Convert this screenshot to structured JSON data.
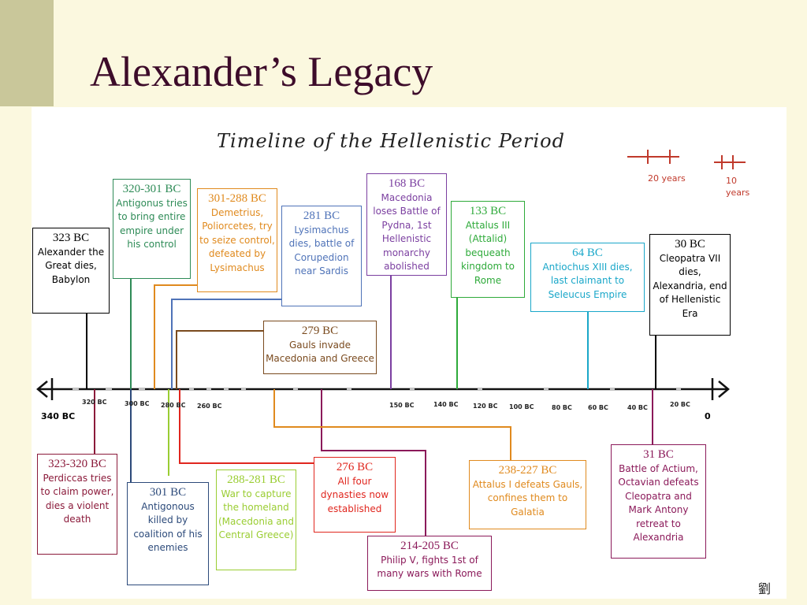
{
  "slide": {
    "title": "Alexander’s Legacy"
  },
  "diagram": {
    "title": "Timeline of the Hellenistic Period",
    "scale": {
      "twenty": "20 years",
      "ten": "10 years"
    },
    "axis": {
      "start": "340 BC",
      "end": "0"
    },
    "ticks": [
      "320 BC",
      "300 BC",
      "280 BC",
      "260 BC",
      "150 BC",
      "140 BC",
      "120 BC",
      "100 BC",
      "80 BC",
      "60 BC",
      "40 BC",
      "20 BC"
    ],
    "events": [
      {
        "year": "323 BC",
        "text": "Alexander the Great dies, Babylon",
        "color": "#000000"
      },
      {
        "year": "320-301 BC",
        "text": "Antigonus tries to bring entire empire under his control",
        "color": "#2e8b57"
      },
      {
        "year": "301-288 BC",
        "text": "Demetrius, Poliorcetes, try to seize control, defeated by Lysimachus",
        "color": "#e08a1e"
      },
      {
        "year": "281 BC",
        "text": "Lysimachus dies, battle of Corupedion near Sardis",
        "color": "#4f73b8"
      },
      {
        "year": "279 BC",
        "text": "Gauls invade Macedonia and Greece",
        "color": "#7a4a1e"
      },
      {
        "year": "168 BC",
        "text": "Macedonia loses Battle of Pydna, 1st Hellenistic monarchy abolished",
        "color": "#7b3fa0"
      },
      {
        "year": "133 BC",
        "text": "Attalus III (Attalid) bequeath kingdom to Rome",
        "color": "#2eaa3a"
      },
      {
        "year": "64 BC",
        "text": "Antiochus XIII dies, last claimant to Seleucus Empire",
        "color": "#1aa7c9"
      },
      {
        "year": "30 BC",
        "text": "Cleopatra VII dies, Alexandria, end of Hellenistic Era",
        "color": "#000000"
      },
      {
        "year": "323-320 BC",
        "text": "Perdiccas tries to claim power, dies a violent death",
        "color": "#8b1a3a"
      },
      {
        "year": "301 BC",
        "text": "Antigonous killed by coalition of his enemies",
        "color": "#2c4a7a"
      },
      {
        "year": "288-281 BC",
        "text": "War to capture the homeland (Macedonia and Central Greece)",
        "color": "#9acd32"
      },
      {
        "year": "276 BC",
        "text": "All four dynasties now established",
        "color": "#e0261e"
      },
      {
        "year": "214-205 BC",
        "text": "Philip V, fights 1st of many wars with Rome",
        "color": "#8b1a5a"
      },
      {
        "year": "238-227 BC",
        "text": "Attalus I defeats Gauls, confines them to Galatia",
        "color": "#e08a1e"
      },
      {
        "year": "31 BC",
        "text": "Battle of Actium, Octavian defeats Cleopatra and Mark Antony retreat to Alexandria",
        "color": "#8b1a5a"
      }
    ],
    "seal": "劉"
  }
}
